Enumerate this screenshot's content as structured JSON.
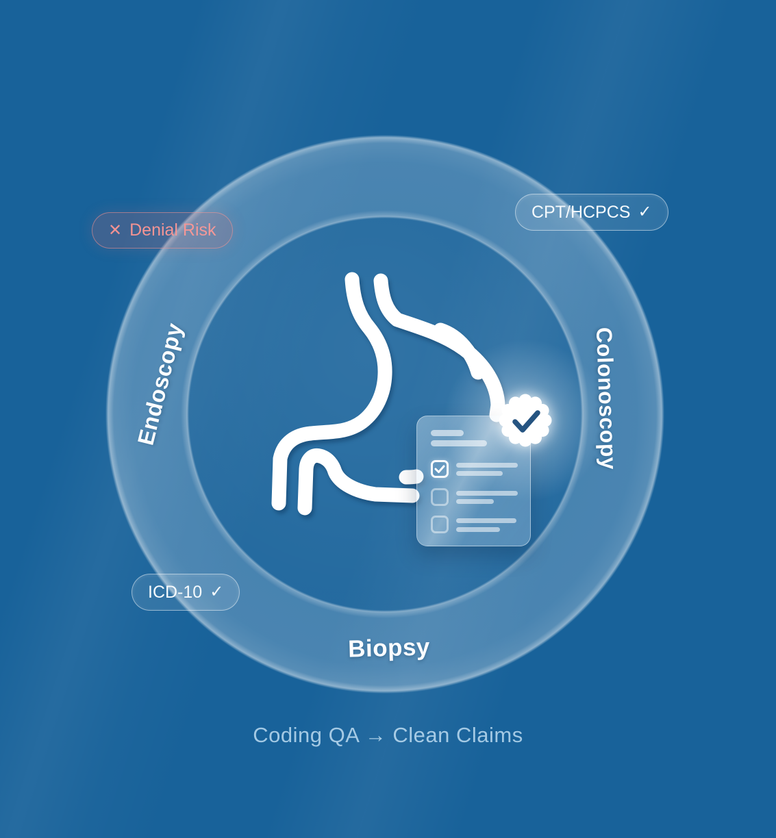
{
  "illustration": {
    "background_color": "#18629a",
    "accent_red": "#f49292",
    "text_white": "#fbfdff",
    "caption_color": "#a3c9e4",
    "seal_check_color": "#1d4d7c",
    "ring_labels": [
      {
        "id": "endoscopy",
        "text": "Endoscopy"
      },
      {
        "id": "colonoscopy",
        "text": "Colonoscopy"
      },
      {
        "id": "biopsy",
        "text": "Biopsy"
      }
    ],
    "badges": {
      "denial_risk": {
        "label": "Denial Risk",
        "icon": "✕",
        "icon_name": "x-icon"
      },
      "cpt_hcpcs": {
        "label": "CPT/HCPCS",
        "icon": "✓",
        "icon_name": "check-icon"
      },
      "icd_10": {
        "label": "ICD-10",
        "icon": "✓",
        "icon_name": "check-icon"
      }
    },
    "checklist": {
      "rows": [
        {
          "checked": true
        },
        {
          "checked": false
        },
        {
          "checked": false
        }
      ]
    },
    "center_icon": "stomach-outline",
    "seal_icon": "verified-check-seal",
    "caption": "Coding QA → Clean Claims"
  }
}
